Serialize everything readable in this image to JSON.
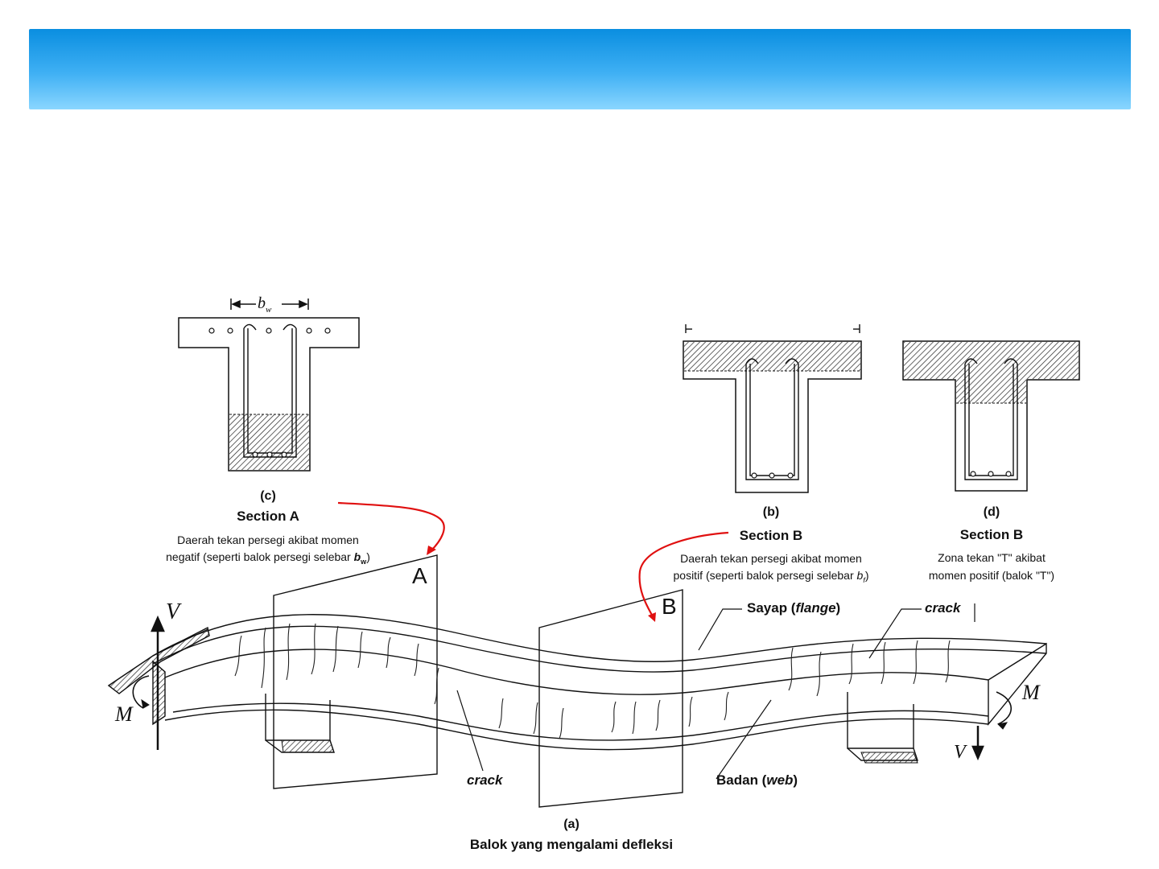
{
  "section_c": {
    "dimension": "b",
    "dimension_sub": "w",
    "fig_label": "(c)",
    "title": "Section A",
    "desc_line1": "Daerah tekan persegi akibat momen",
    "desc_line2_prefix": "negatif (seperti balok persegi selebar ",
    "desc_sym": "b",
    "desc_sub": "w",
    "desc_suffix": ")"
  },
  "section_b": {
    "fig_label": "(b)",
    "title": "Section B",
    "desc_line1": "Daerah tekan persegi akibat momen",
    "desc_line2_prefix": "positif (seperti balok persegi selebar ",
    "desc_sym": "b",
    "desc_sub": "f",
    "desc_suffix": ")"
  },
  "section_d": {
    "fig_label": "(d)",
    "title": "Section B",
    "desc_line1": "Zona tekan \"T\" akibat",
    "desc_line2": "momen positif (balok \"T\")"
  },
  "beam": {
    "plane_a": "A",
    "plane_b": "B",
    "flange_prefix": "Sayap (",
    "flange_italic": "flange",
    "flange_suffix": ")",
    "crack_top": "crack",
    "crack_bottom": "crack",
    "web_prefix": "Badan (",
    "web_italic": "web",
    "web_suffix": ")",
    "v_left": "V",
    "m_left": "M",
    "m_right": "M",
    "v_right": "V",
    "fig_label": "(a)",
    "caption": "Balok yang mengalami defleksi"
  },
  "colors": {
    "header_top": "#0a8ee0",
    "header_bottom": "#8ad6ff",
    "arrow": "#e01010"
  }
}
